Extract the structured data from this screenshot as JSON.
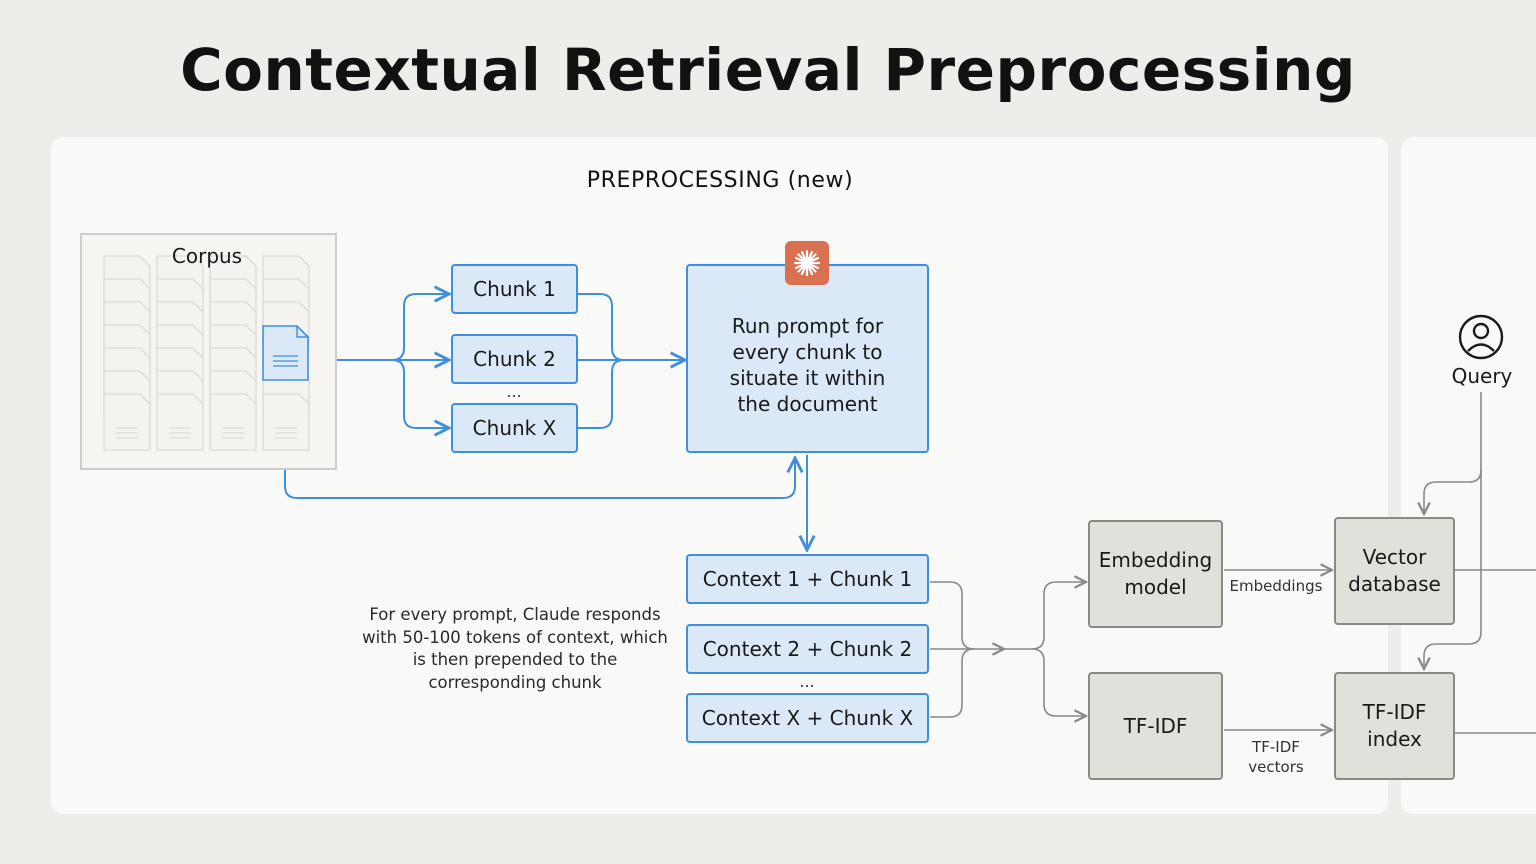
{
  "title": "Contextual Retrieval Preprocessing",
  "section_label": "PREPROCESSING (new)",
  "corpus": {
    "label": "Corpus"
  },
  "chunks": [
    {
      "label": "Chunk 1"
    },
    {
      "label": "Chunk 2"
    },
    {
      "label": "Chunk X"
    }
  ],
  "chunk_ellipsis": "...",
  "prompt_box": {
    "text": "Run prompt for every chunk to situate it within the document"
  },
  "context_chunks": [
    {
      "label": "Context 1 + Chunk 1"
    },
    {
      "label": "Context 2 + Chunk 2"
    },
    {
      "label": "Context X + Chunk X"
    }
  ],
  "context_ellipsis": "...",
  "note": "For every prompt, Claude responds with 50-100 tokens of context, which is then prepended to the corresponding chunk",
  "embedding_model": {
    "label": "Embedding model"
  },
  "tfidf": {
    "label": "TF-IDF"
  },
  "vector_database": {
    "label": "Vector database"
  },
  "tfidf_index": {
    "label": "TF-IDF index"
  },
  "edge_labels": {
    "embeddings": "Embeddings",
    "tfidf_vectors": "TF-IDF vectors"
  },
  "query": {
    "label": "Query"
  },
  "colors": {
    "accent_blue": "#3f8fdd",
    "box_blue": "#dbe8f7",
    "box_gray": "#e2e0db",
    "claude_orange": "#d9704f",
    "gray_line": "#8a8985"
  },
  "icons": {
    "claude": "claude-starburst-icon",
    "document": "document-icon",
    "user": "user-circle-icon"
  }
}
